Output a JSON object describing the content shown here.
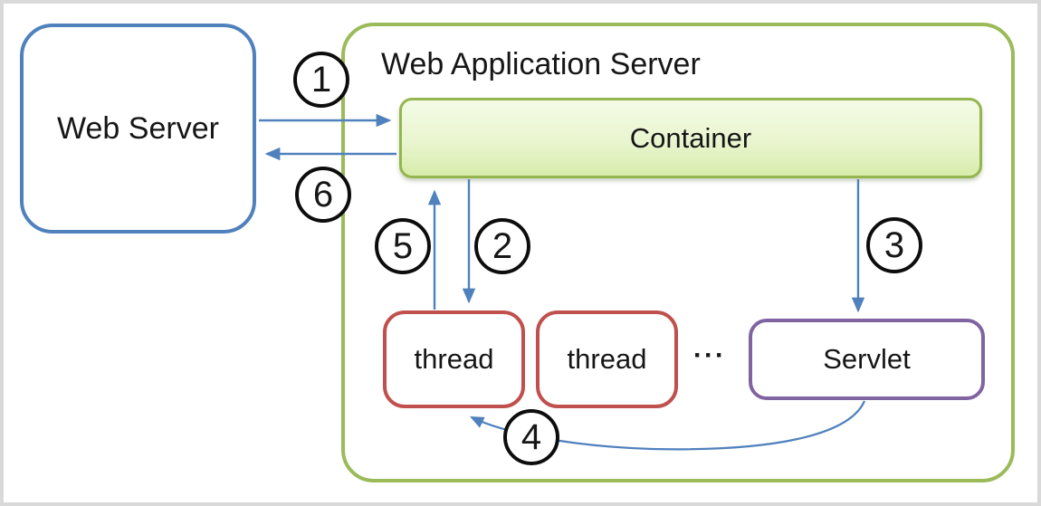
{
  "frame": {
    "background": "#ffffff",
    "border_color": "#d9d9d9"
  },
  "diagram": {
    "web_server": {
      "label": "Web Server",
      "border_color": "#4f81bd"
    },
    "web_application_server": {
      "title": "Web Application Server",
      "border_color": "#9bbb59"
    },
    "container": {
      "label": "Container",
      "border_color": "#94b64e",
      "fill_top": "#f4fbe6",
      "fill_bottom": "#d7ecab"
    },
    "threads": [
      {
        "label": "thread"
      },
      {
        "label": "thread"
      }
    ],
    "thread_border_color": "#c0504d",
    "ellipsis": "···",
    "servlet": {
      "label": "Servlet",
      "border_color": "#8064a2"
    },
    "arrow_color": "#4f81bd",
    "step_circle": {
      "border_color": "#0d0d0d",
      "fill": "#ffffff"
    },
    "steps": [
      {
        "number": "1",
        "from": "Web Server",
        "to": "Container"
      },
      {
        "number": "2",
        "from": "Container",
        "to": "thread"
      },
      {
        "number": "3",
        "from": "Container",
        "to": "Servlet"
      },
      {
        "number": "4",
        "from": "Servlet",
        "to": "thread"
      },
      {
        "number": "5",
        "from": "thread",
        "to": "Container"
      },
      {
        "number": "6",
        "from": "Container",
        "to": "Web Server"
      }
    ]
  }
}
